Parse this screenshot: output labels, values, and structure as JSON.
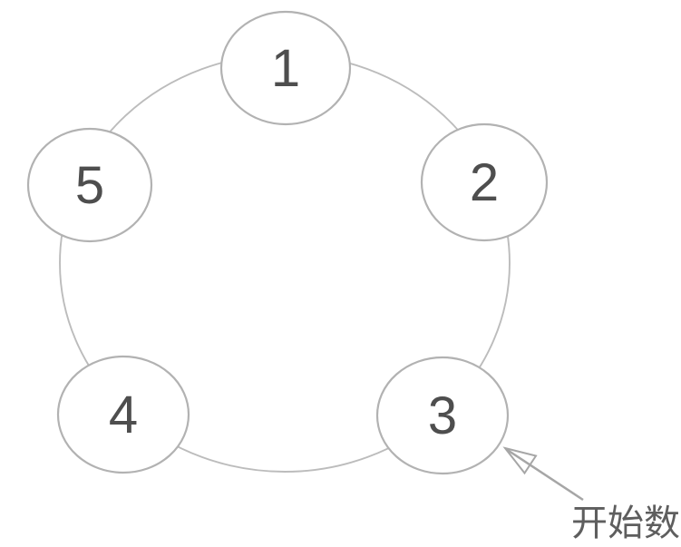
{
  "diagram": {
    "nodes": [
      {
        "label": "1"
      },
      {
        "label": "2"
      },
      {
        "label": "3"
      },
      {
        "label": "4"
      },
      {
        "label": "5"
      }
    ],
    "annotation": {
      "label": "开始数"
    },
    "colors": {
      "ring_stroke": "#bcbcbc",
      "node_stroke": "#b2b2b2",
      "node_fill": "#ffffff",
      "number_color": "#4e4e4e",
      "arrow_color": "#a6a6a6",
      "annotation_color": "#5e5e5e",
      "background": "#ffffff"
    }
  }
}
